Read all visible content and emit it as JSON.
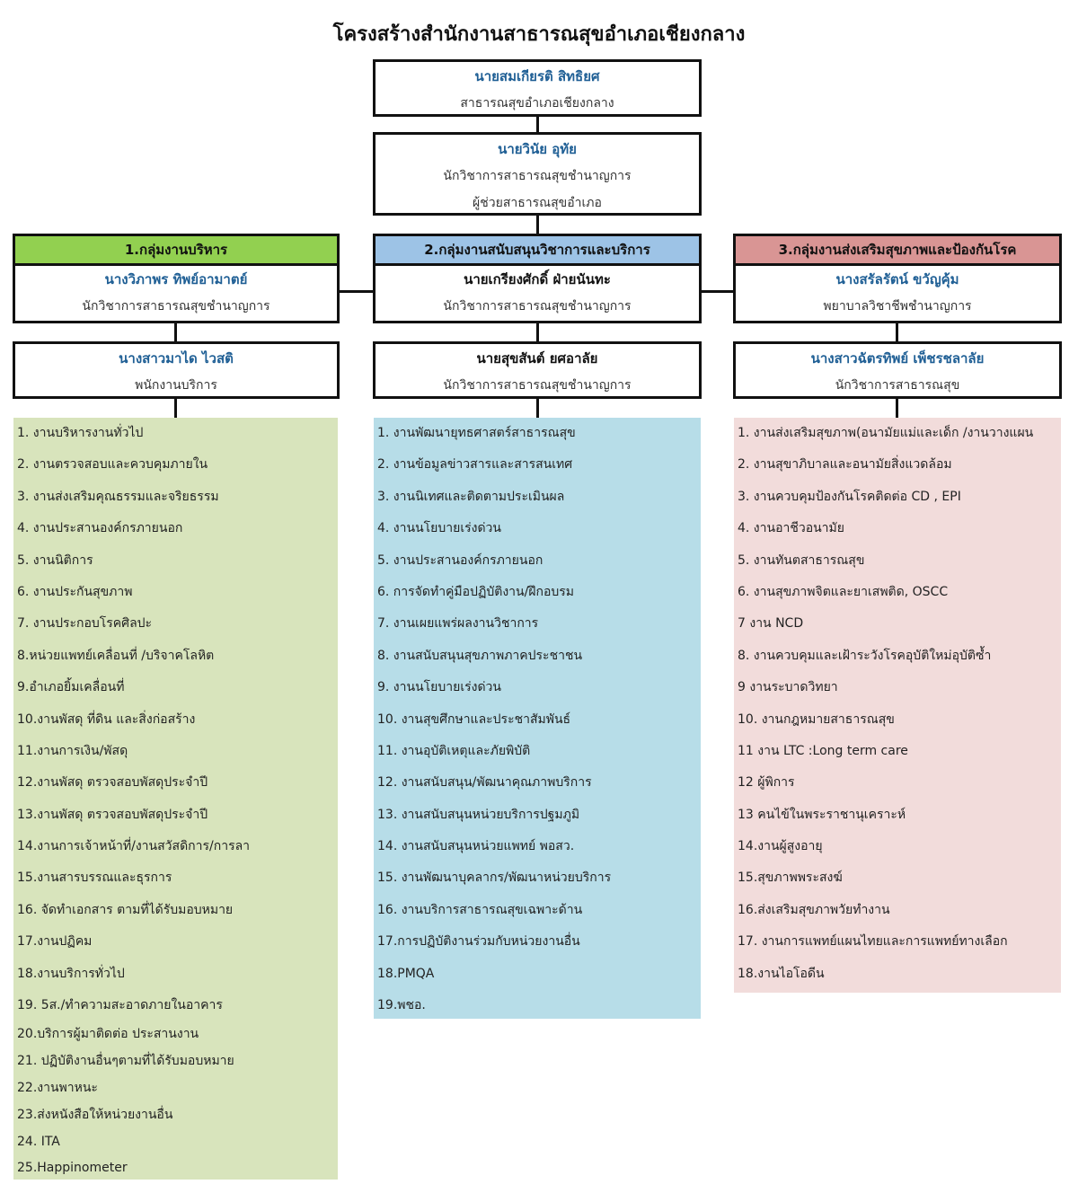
{
  "title": "โครงสร้างสำนักงานสาธารณสุขอำเภอเชียงกลาง",
  "head": {
    "name": "นายสมเกียรติ  สิทธิยศ",
    "position": "สาธารณสุขอำเภอเชียงกลาง"
  },
  "assistant": {
    "name": "นายวินัย  อุทัย",
    "position1": "นักวิชาการสาธารณสุขชำนาญการ",
    "position2": "ผู้ช่วยสาธารณสุขอำเภอ"
  },
  "colors": {
    "group1": "#92d050",
    "group2": "#9dc3e6",
    "group3": "#d99594",
    "panel1": "#d8e4bc",
    "panel2": "#b7dde8",
    "panel3": "#f2dcdb",
    "name": "#1f5f95"
  },
  "groups": [
    {
      "title": "1.กลุ่มงานบริหาร",
      "leader": {
        "name": "นางวิภาพร ทิพย์อามาตย์",
        "position": "นักวิชาการสาธารณสุขชำนาญการ"
      },
      "staff": {
        "name": "นางสาวมาได ไวสติ",
        "position": "พนักงานบริการ"
      },
      "tasks": [
        "1. งานบริหารงานทั่วไป",
        "2. งานตรวจสอบและควบคุมภายใน",
        "3. งานส่งเสริมคุณธรรมและจริยธรรม",
        "4. งานประสานองค์กรภายนอก",
        "5. งานนิติการ",
        "6. งานประกันสุขภาพ",
        "7. งานประกอบโรคศิลปะ",
        "8.หน่วยแพทย์เคลื่อนที่ /บริจาคโลหิต",
        "9.อำเภอยิ้มเคลื่อนที่",
        "10.งานพัสดุ ที่ดิน และสิ่งก่อสร้าง",
        "11.งานการเงิน/พัสดุ",
        "12.งานพัสดุ ตรวจสอบพัสดุประจำปี",
        "13.งานพัสดุ ตรวจสอบพัสดุประจำปี",
        "14.งานการเจ้าหน้าที่/งานสวัสดิการ/การลา",
        "15.งานสารบรรณและธุรการ",
        "16. จัดทำเอกสาร ตามที่ได้รับมอบหมาย",
        "17.งานปฏิคม",
        "18.งานบริการทั่วไป",
        "19. 5ส./ทำความสะอาดภายในอาคาร",
        "20.บริการผู้มาติดต่อ ประสานงาน",
        "21. ปฏิบัติงานอื่นๆตามที่ได้รับมอบหมาย",
        "22.งานพาหนะ",
        "23.ส่งหนังสือให้หน่วยงานอื่น",
        "24. ITA",
        "25.Happinometer"
      ]
    },
    {
      "title": "2.กลุ่มงานสนับสนุนวิชาการและบริการ",
      "leader": {
        "name": "นายเกรียงศักดิ์  ฝ่ายนันทะ",
        "position": "นักวิชาการสาธารณสุขชำนาญการ"
      },
      "staff": {
        "name": "นายสุขสันต์  ยศอาลัย",
        "position": "นักวิชาการสาธารณสุขชำนาญการ"
      },
      "tasks": [
        "1. งานพัฒนายุทธศาสตร์สาธารณสุข",
        "2. งานข้อมูลข่าวสารและสารสนเทศ",
        "3. งานนิเทศและติดตามประเมินผล",
        "4. งานนโยบายเร่งด่วน",
        "5. งานประสานองค์กรภายนอก",
        "6. การจัดทำคู่มือปฏิบัติงาน/ฝึกอบรม",
        "7. งานเผยแพร่ผลงานวิชาการ",
        "8. งานสนับสนุนสุขภาพภาคประชาชน",
        "9. งานนโยบายเร่งด่วน",
        "10. งานสุขศึกษาและประชาสัมพันธ์",
        "11. งานอุบัติเหตุและภัยพิบัติ",
        "12. งานสนับสนุน/พัฒนาคุณภาพบริการ",
        "13. งานสนับสนุนหน่วยบริการปฐมภูมิ",
        "14. งานสนับสนุนหน่วยแพทย์ พอสว.",
        "15. งานพัฒนาบุคลากร/พัฒนาหน่วยบริการ",
        "16. งานบริการสาธารณสุขเฉพาะด้าน",
        "17.การปฏิบัติงานร่วมกับหน่วยงานอื่น",
        "18.PMQA",
        "19.พชอ."
      ]
    },
    {
      "title": "3.กลุ่มงานส่งเสริมสุขภาพและป้องกันโรค",
      "leader": {
        "name": "นางสรัลรัตน์  ขวัญคุ้ม",
        "position": "พยาบาลวิชาชีพชำนาญการ"
      },
      "staff": {
        "name": "นางสาวฉัตรทิพย์ เพ็ชรชลาลัย",
        "position": "นักวิชาการสาธารณสุข"
      },
      "tasks": [
        "1. งานส่งเสริมสุขภาพ(อนามัยแม่และเด็ก /งานวางแผน",
        "2. งานสุขาภิบาลและอนามัยสิ่งแวดล้อม",
        "3. งานควบคุมป้องกันโรคติดต่อ CD , EPI",
        "4. งานอาชีวอนามัย",
        "5. งานทันตสาธารณสุข",
        "6. งานสุขภาพจิตและยาเสพติด, OSCC",
        "7 งาน NCD",
        "8. งานควบคุมและเฝ้าระวังโรคอุบัติใหม่อุบัติซ้ำ",
        "9 งานระบาดวิทยา",
        "10. งานกฎหมายสาธารณสุข",
        "11 งาน LTC :Long term care",
        "12 ผู้พิการ",
        "13 คนไข้ในพระราชานุเคราะห์",
        "14.งานผู้สูงอายุ",
        "15.สุขภาพพระสงฆ์",
        "16.ส่งเสริมสุขภาพวัยทำงาน",
        "17. งานการแพทย์แผนไทยและการแพทย์ทางเลือก",
        "18.งานไอโอดีน"
      ]
    }
  ]
}
